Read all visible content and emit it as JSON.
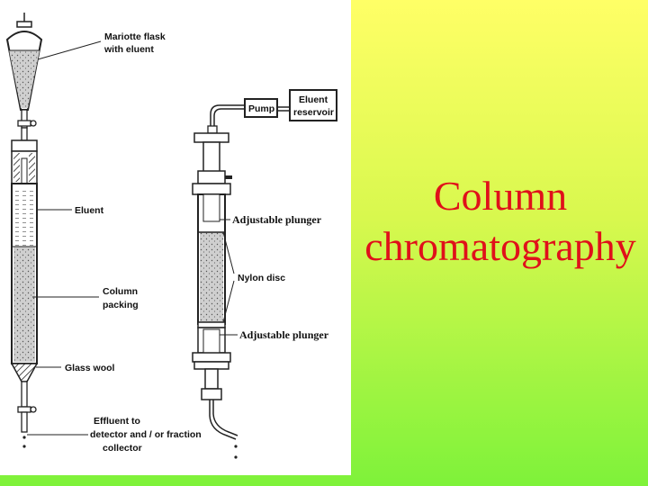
{
  "title": {
    "line1": "Column",
    "line2": "chromatography"
  },
  "diagram": {
    "left_labels": {
      "mariotte_line1": "Mariotte flask",
      "mariotte_line2": "with eluent",
      "eluent": "Eluent",
      "packing_line1": "Column",
      "packing_line2": "packing",
      "glass_wool": "Glass wool",
      "effluent_line1": "Effluent to",
      "effluent_line2": "detector and / or fraction",
      "effluent_line3": "collector"
    },
    "right_labels": {
      "pump": "Pump",
      "reservoir_line1": "Eluent",
      "reservoir_line2": "reservoir",
      "plunger_top": "Adjustable plunger",
      "nylon_disc": "Nylon disc",
      "plunger_bottom": "Adjustable plunger"
    }
  },
  "colors": {
    "title_text": "#e0101a",
    "background_top": "#ffff66",
    "background_bottom": "#7ef23a",
    "panel": "#ffffff"
  }
}
